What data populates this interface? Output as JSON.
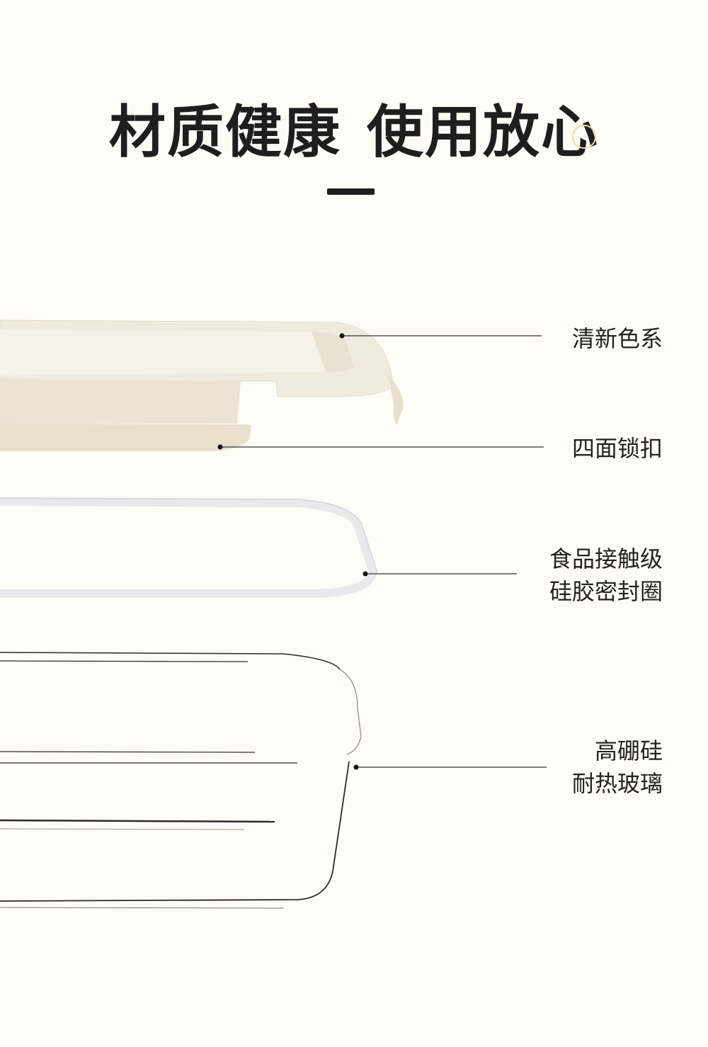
{
  "header": {
    "title_part1": "材质健康",
    "title_part2": "使用放心"
  },
  "callouts": [
    {
      "lines": [
        "清新色系"
      ]
    },
    {
      "lines": [
        "四面锁扣"
      ]
    },
    {
      "lines": [
        "食品接触级",
        "硅胶密封圈"
      ]
    },
    {
      "lines": [
        "高硼硅",
        "耐热玻璃"
      ]
    }
  ],
  "colors": {
    "background": "#fdfcf7",
    "lid": "#efe8d9",
    "text": "#1e1e1e",
    "leader_line": "#555555"
  }
}
